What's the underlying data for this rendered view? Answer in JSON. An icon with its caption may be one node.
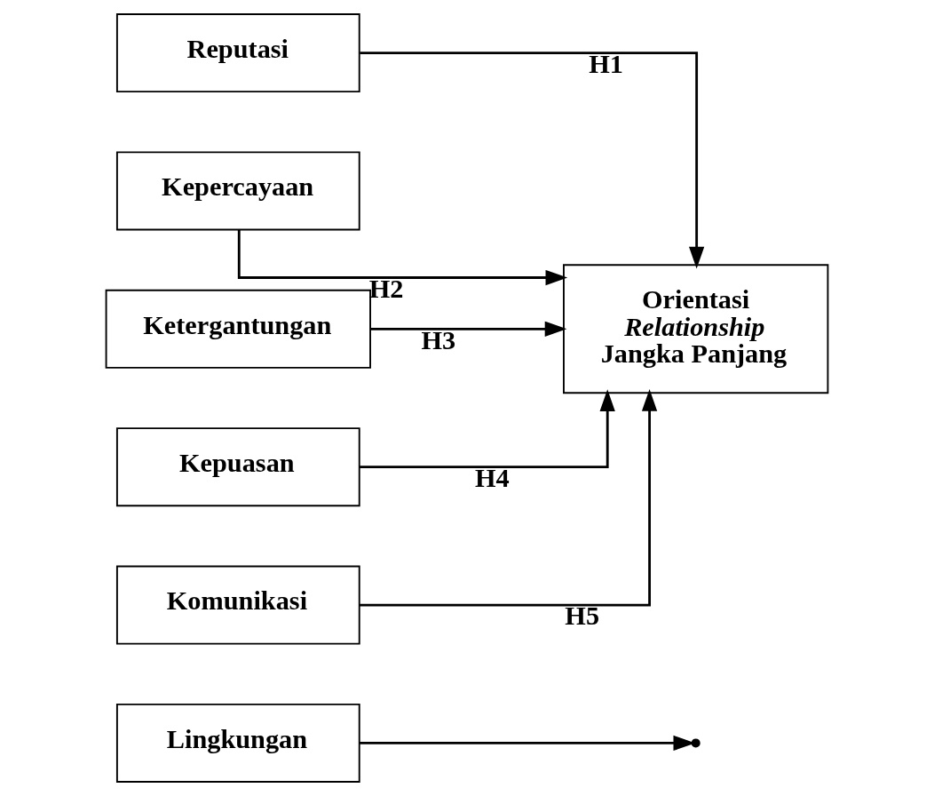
{
  "diagram": {
    "nodes": [
      {
        "text": [
          "Lingkungan"
        ]
      },
      {
        "text": [
          "Reputasi"
        ]
      },
      {
        "text": [
          "Kepercayaan"
        ]
      },
      {
        "text": [
          "Ketergantungan"
        ]
      },
      {
        "text": [
          "Kepuasan"
        ]
      },
      {
        "text": [
          "Komunikasi"
        ]
      },
      {
        "text": [
          "Orientasi *Relationship* Jangka Panjang"
        ]
      }
    ],
    "edges": [
      {
        "from": 1,
        "to": 6,
        "arrow": "to",
        "label": "H1"
      },
      {
        "from": 2,
        "to": 6,
        "arrow": "to",
        "label": "H2"
      },
      {
        "from": 3,
        "to": 6,
        "arrow": "to",
        "label": "H3"
      },
      {
        "from": 4,
        "to": 6,
        "arrow": "to",
        "label": "H4"
      },
      {
        "from": 5,
        "to": 6,
        "arrow": "to",
        "label": "H5"
      },
      {
        "from": 0,
        "to": null,
        "arrow": "to"
      }
    ]
  }
}
